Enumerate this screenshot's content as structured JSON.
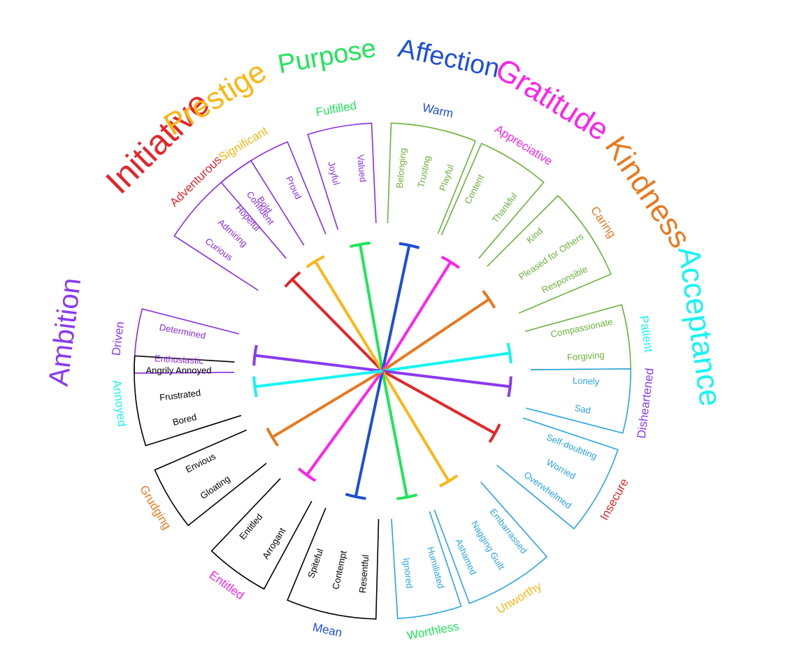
{
  "sectors": [
    {
      "id": "initiative",
      "color": "#e3262a",
      "category": "Initiative",
      "emotion": "Adventurous",
      "box_color": "#8a2be2",
      "words": [
        "Curious",
        "Admiring",
        "Hopeful",
        "Bold"
      ]
    },
    {
      "id": "prestige",
      "color": "#fcb614",
      "category": "Prestige",
      "emotion": "Significant",
      "box_color": "#8a2be2",
      "words": [
        "Confident",
        "Proud"
      ]
    },
    {
      "id": "purpose",
      "color": "#1fe55a",
      "category": "Purpose",
      "emotion": "Fulfilled",
      "box_color": "#8a2be2",
      "words": [
        "Joyful",
        "Valued"
      ]
    },
    {
      "id": "affection",
      "color": "#1c4fd8",
      "category": "Affection",
      "emotion": "Warm",
      "box_color": "#6ab23a",
      "words": [
        "Belonging",
        "Trusting",
        "Playful"
      ]
    },
    {
      "id": "gratitude",
      "color": "#ff22ee",
      "category": "Gratitude",
      "emotion": "Appreciative",
      "box_color": "#6ab23a",
      "words": [
        "Content",
        "Thankful"
      ]
    },
    {
      "id": "kindness",
      "color": "#e8791e",
      "category": "Kindness",
      "emotion": "Caring",
      "box_color": "#6ab23a",
      "words": [
        "Kind",
        "Pleased for Others",
        "Responsible"
      ]
    },
    {
      "id": "acceptance",
      "color": "#16f4f4",
      "category": "Acceptance",
      "emotion": "Patient",
      "box_color": "#6ab23a",
      "words": [
        "Compassionate",
        "Forgiving"
      ]
    },
    {
      "id": "ambition",
      "color": "#8a3af0",
      "category": "Ambition",
      "emotion": "Driven",
      "box_color": "#8a2be2",
      "words": [
        "Enthusiastic",
        "Determined"
      ]
    },
    {
      "id": "disheartened",
      "color": "#8a3af0",
      "category": "",
      "emotion": "Disheartened",
      "box_color": "#29a3e6",
      "words": [
        "Lonely",
        "Sad"
      ]
    },
    {
      "id": "insecure",
      "color": "#e3262a",
      "category": "",
      "emotion": "Insecure",
      "box_color": "#29a3e6",
      "words": [
        "Self-doubting",
        "Worried",
        "Overwhelmed"
      ]
    },
    {
      "id": "unworthy",
      "color": "#fcb614",
      "category": "",
      "emotion": "Unworthy",
      "box_color": "#29a3e6",
      "words": [
        "Embarrassed",
        "Nagging Guilt",
        "Ashamed"
      ]
    },
    {
      "id": "worthless",
      "color": "#1fe55a",
      "category": "",
      "emotion": "Worthless",
      "box_color": "#29a3e6",
      "words": [
        "Humiliated",
        "Ignored"
      ]
    },
    {
      "id": "mean",
      "color": "#1c4fd8",
      "category": "",
      "emotion": "Mean",
      "box_color": "#000000",
      "words": [
        "Resentful",
        "Contempt",
        "Spiteful"
      ]
    },
    {
      "id": "entitled",
      "color": "#ff22ee",
      "category": "",
      "emotion": "Entitled",
      "box_color": "#000000",
      "words": [
        "Arrogant",
        "Entitled"
      ]
    },
    {
      "id": "grudging",
      "color": "#e8791e",
      "category": "",
      "emotion": "Grudging",
      "box_color": "#000000",
      "words": [
        "Gloating",
        "Envious"
      ]
    },
    {
      "id": "annoyed",
      "color": "#16f4f4",
      "category": "",
      "emotion": "Annoyed",
      "box_color": "#000000",
      "words": [
        "Bored",
        "Frustrated",
        "Angrily Annoyed"
      ]
    }
  ]
}
